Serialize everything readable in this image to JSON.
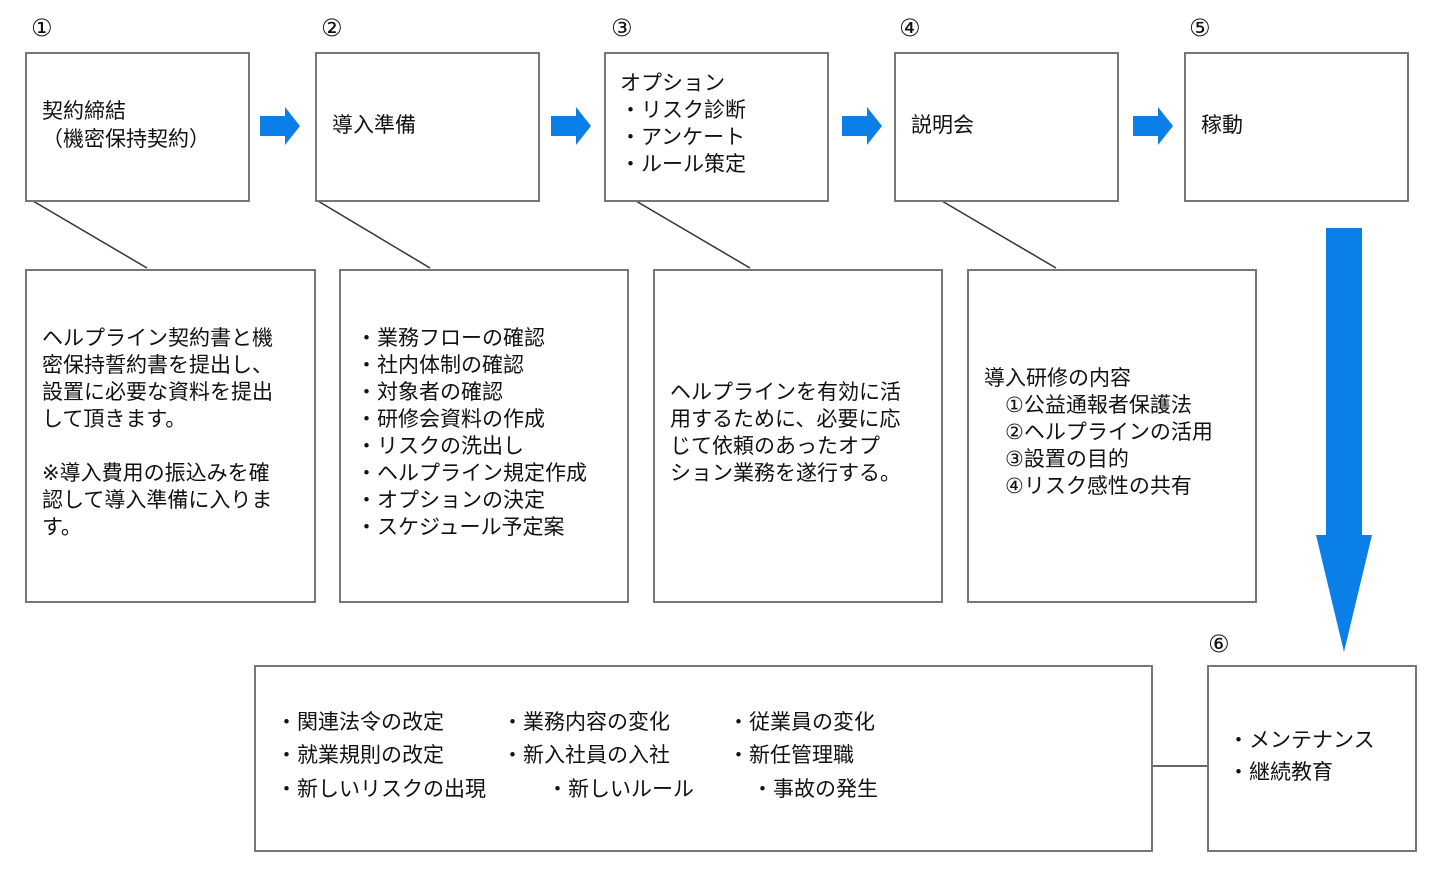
{
  "steps": [
    {
      "number": "①",
      "title_lines": [
        "契約締結",
        "（機密保持契約）"
      ]
    },
    {
      "number": "②",
      "title_lines": [
        "導入準備"
      ]
    },
    {
      "number": "③",
      "title_lines": [
        "オプション",
        "・リスク診断",
        "・アンケート",
        "・ルール策定"
      ]
    },
    {
      "number": "④",
      "title_lines": [
        "説明会"
      ]
    },
    {
      "number": "⑤",
      "title_lines": [
        "稼動"
      ]
    },
    {
      "number": "⑥",
      "title_lines": [
        "・メンテナンス",
        "・継続教育"
      ]
    }
  ],
  "details": [
    {
      "lines": [
        "ヘルプライン契約書と機",
        "密保持誓約書を提出し、",
        "設置に必要な資料を提出",
        "して頂きます。",
        "",
        "※導入費用の振込みを確",
        "認して導入準備に入りま",
        "す。"
      ]
    },
    {
      "lines": [
        "・業務フローの確認",
        "・社内体制の確認",
        "・対象者の確認",
        "・研修会資料の作成",
        "・リスクの洗出し",
        "・ヘルプライン規定作成",
        "・オプションの決定",
        "・スケジュール予定案"
      ]
    },
    {
      "lines": [
        "ヘルプラインを有効に活",
        "用するために、必要に応",
        "じて依頼のあったオプ",
        "ション業務を遂行する。"
      ]
    },
    {
      "lines": [
        "導入研修の内容",
        "　①公益通報者保護法",
        "　②ヘルプラインの活用",
        "　③設置の目的",
        "　④リスク感性の共有"
      ]
    }
  ],
  "maintenance_reasons": [
    "・関連法令の改定",
    "・業務内容の変化",
    "・従業員の変化",
    "・就業規則の改定",
    "・新入社員の入社",
    "・新任管理職",
    "・新しいリスクの出現",
    "・新しいルール",
    "・事故の発生"
  ],
  "colors": {
    "arrow": "#0a7fe8",
    "border": "#777777",
    "connector": "#333333"
  }
}
